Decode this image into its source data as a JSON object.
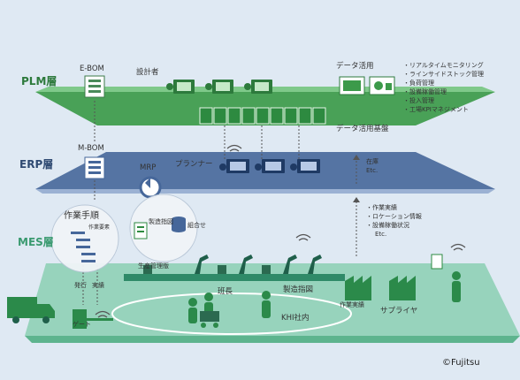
{
  "colors": {
    "plm": "#3c9a4a",
    "erp": "#3e5f8c",
    "mes": "#63b08f",
    "line": "#6ea63f"
  },
  "layers": {
    "plm": "PLM層",
    "erp": "ERP層",
    "mes": "MES層"
  },
  "plm": {
    "ebom": "E-BOM",
    "designer": "設計者",
    "data_use": "データ活用",
    "data_platform": "データ活用基盤",
    "features": [
      "・リアルタイムモニタリング",
      "・ラインサイドストック管理",
      "・負荷管理",
      "・設備稼働管理",
      "・投入管理",
      "・工場KPIマネジメント"
    ]
  },
  "erp": {
    "mbom": "M-BOM",
    "mrp": "MRP",
    "planner": "プランナー",
    "inventory": "在庫",
    "etc": "Etc."
  },
  "mes": {
    "procedure": "作業手順",
    "work_elements": "作業要素",
    "mfg_order": "製造指図",
    "kit": "組合せ",
    "prod_mgmt": "生産管理版",
    "feedback": [
      "・作業実績",
      "・ロケーション情報",
      "・設備稼働状況",
      "Etc."
    ],
    "issue": "発行",
    "results": "実績",
    "leader": "班長",
    "mfg_order2": "製造指図",
    "work_results": "作業実績",
    "supplier": "サプライヤ",
    "gate": "ゲート",
    "khi": "KHI社内"
  },
  "copyright": "©Fujitsu"
}
